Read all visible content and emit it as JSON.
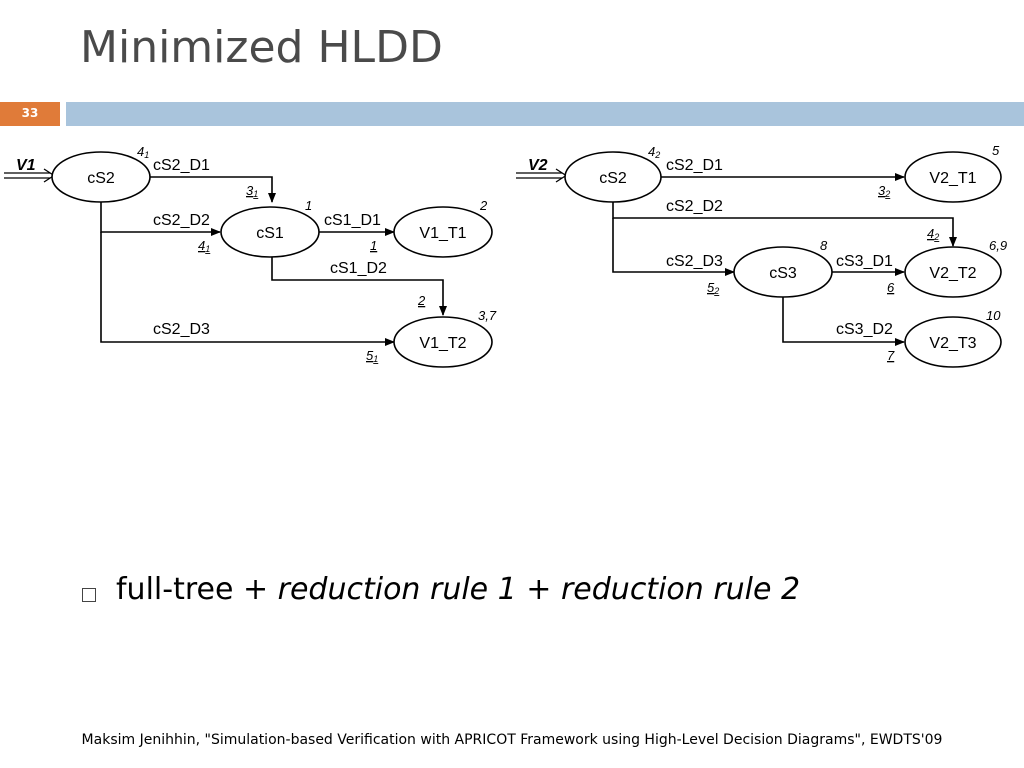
{
  "slide": {
    "title": "Minimized HLDD",
    "number": "33",
    "footer": "Maksim Jenihhin, \"Simulation-based Verification with APRICOT Framework using High-Level Decision Diagrams\", EWDTS'09"
  },
  "bullet": {
    "part1": "full-tree + ",
    "part2": "reduction rule 1",
    "part3": " + ",
    "part4": "reduction rule 2"
  },
  "diagram1": {
    "input": "V1",
    "nodes": {
      "root": "cS2",
      "mid": "cS1",
      "t1": "V1_T1",
      "t2": "V1_T2"
    },
    "edges": {
      "d1": "cS2_D1",
      "d2": "cS2_D2",
      "d3": "cS2_D3",
      "s1d1": "cS1_D1",
      "s1d2": "cS1_D2"
    },
    "annotations": {
      "root_top": "4",
      "root_top_sub": "1",
      "mid_in_top": "3",
      "mid_in_top_sub": "1",
      "mid_in_bottom": "4",
      "mid_in_bottom_sub": "1",
      "mid_top": "1",
      "t1_top": "2",
      "t1_in": "1",
      "t2_in_top": "2",
      "t2_top": "3,7",
      "t2_in_bottom": "5",
      "t2_in_bottom_sub": "1"
    }
  },
  "diagram2": {
    "input": "V2",
    "nodes": {
      "root": "cS2",
      "mid": "cS3",
      "t1": "V2_T1",
      "t2": "V2_T2",
      "t3": "V2_T3"
    },
    "edges": {
      "d1": "cS2_D1",
      "d2": "cS2_D2",
      "d3": "cS2_D3",
      "s3d1": "cS3_D1",
      "s3d2": "cS3_D2"
    },
    "annotations": {
      "root_top": "4",
      "root_top_sub": "2",
      "t1_top": "5",
      "t1_in": "3",
      "t1_in_sub": "2",
      "t2_in_top": "4",
      "t2_in_top_sub": "2",
      "t2_top": "6,9",
      "mid_top": "8",
      "mid_in": "5",
      "mid_in_sub": "2",
      "t2_in": "6",
      "t3_top": "10",
      "t3_in": "7"
    }
  }
}
